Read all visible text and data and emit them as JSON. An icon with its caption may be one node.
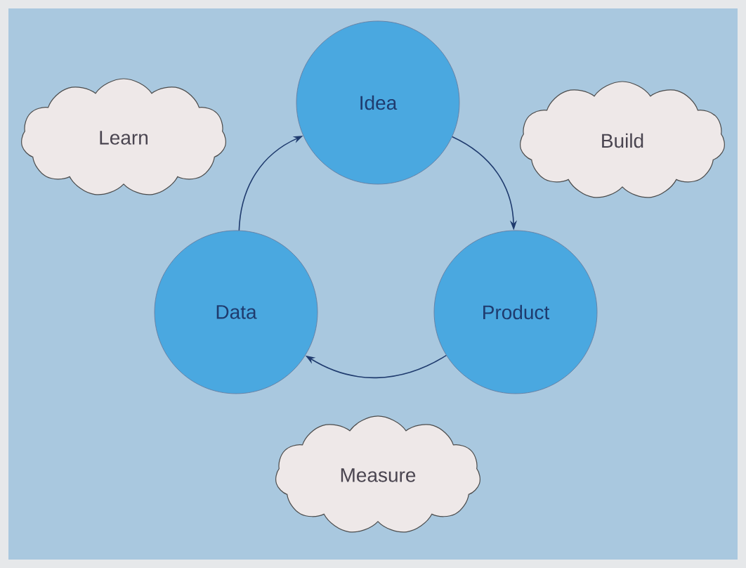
{
  "diagram": {
    "nodes": [
      {
        "text": [
          "Idea"
        ]
      },
      {
        "text": [
          "Learn"
        ]
      },
      {
        "text": [
          "Build"
        ]
      },
      {
        "text": [
          "Data"
        ]
      },
      {
        "text": [
          "Product"
        ]
      },
      {
        "text": [
          "Measure"
        ]
      }
    ],
    "edges": [
      {
        "from": 0,
        "to": 4,
        "arrow": "to"
      },
      {
        "from": 4,
        "to": 3,
        "arrow": "to"
      },
      {
        "from": 3,
        "to": 0,
        "arrow": "to"
      }
    ]
  }
}
